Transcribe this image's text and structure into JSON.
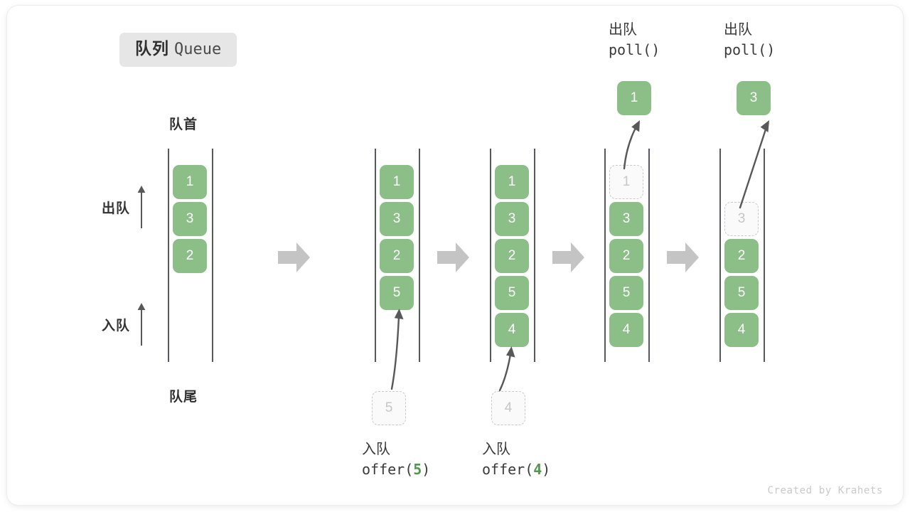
{
  "title": {
    "cn": "队列",
    "en": "Queue"
  },
  "labels": {
    "head": "队首",
    "tail": "队尾",
    "dequeue": "出队",
    "enqueue": "入队"
  },
  "watermark": "Created by Krahets",
  "colors": {
    "card_green": "#8cbf87",
    "ghost_border": "#c9c9c9",
    "ghost_text": "#c6c6c6",
    "rail": "#55585c",
    "step_arrow": "#c4c4c4",
    "motion_arrow": "#58585a",
    "badge_bg": "#e6e6e6",
    "accent_arg": "#4f9a4a"
  },
  "captions": {
    "offer5": {
      "cn": "入队",
      "fn": "offer(",
      "arg": "5",
      "close": ")"
    },
    "offer4": {
      "cn": "入队",
      "fn": "offer(",
      "arg": "4",
      "close": ")"
    },
    "poll1": {
      "cn": "出队",
      "code": "poll()"
    },
    "poll2": {
      "cn": "出队",
      "code": "poll()"
    }
  },
  "chart_data": {
    "type": "diagram",
    "title": "队列 Queue",
    "columns": [
      {
        "name": "initial",
        "items": [
          {
            "value": "1",
            "state": "solid"
          },
          {
            "value": "3",
            "state": "solid"
          },
          {
            "value": "2",
            "state": "solid"
          }
        ],
        "capacity": 5
      },
      {
        "name": "after-offer-5",
        "items": [
          {
            "value": "1",
            "state": "solid"
          },
          {
            "value": "3",
            "state": "solid"
          },
          {
            "value": "2",
            "state": "solid"
          },
          {
            "value": "5",
            "state": "solid"
          }
        ],
        "capacity": 5,
        "incoming": {
          "value": "5",
          "state": "ghost"
        }
      },
      {
        "name": "after-offer-4",
        "items": [
          {
            "value": "1",
            "state": "solid"
          },
          {
            "value": "3",
            "state": "solid"
          },
          {
            "value": "2",
            "state": "solid"
          },
          {
            "value": "5",
            "state": "solid"
          },
          {
            "value": "4",
            "state": "solid"
          }
        ],
        "capacity": 5,
        "incoming": {
          "value": "4",
          "state": "ghost"
        }
      },
      {
        "name": "after-poll-1",
        "items": [
          {
            "value": "1",
            "state": "ghost"
          },
          {
            "value": "3",
            "state": "solid"
          },
          {
            "value": "2",
            "state": "solid"
          },
          {
            "value": "5",
            "state": "solid"
          },
          {
            "value": "4",
            "state": "solid"
          }
        ],
        "capacity": 5,
        "outgoing": {
          "value": "1",
          "state": "solid"
        }
      },
      {
        "name": "after-poll-3",
        "items": [
          {
            "value": "",
            "state": "empty"
          },
          {
            "value": "3",
            "state": "ghost"
          },
          {
            "value": "2",
            "state": "solid"
          },
          {
            "value": "5",
            "state": "solid"
          },
          {
            "value": "4",
            "state": "solid"
          }
        ],
        "capacity": 5,
        "outgoing": {
          "value": "3",
          "state": "solid"
        }
      }
    ],
    "cells": {
      "c1": {
        "i0": "1",
        "i1": "3",
        "i2": "2"
      },
      "c2": {
        "i0": "1",
        "i1": "3",
        "i2": "2",
        "i3": "5",
        "ghost": "5"
      },
      "c3": {
        "i0": "1",
        "i1": "3",
        "i2": "2",
        "i3": "5",
        "i4": "4",
        "ghost": "4"
      },
      "c4": {
        "g0": "1",
        "i1": "3",
        "i2": "2",
        "i3": "5",
        "i4": "4",
        "out": "1"
      },
      "c5": {
        "g1": "3",
        "i2": "2",
        "i3": "5",
        "i4": "4",
        "out": "3"
      }
    }
  }
}
